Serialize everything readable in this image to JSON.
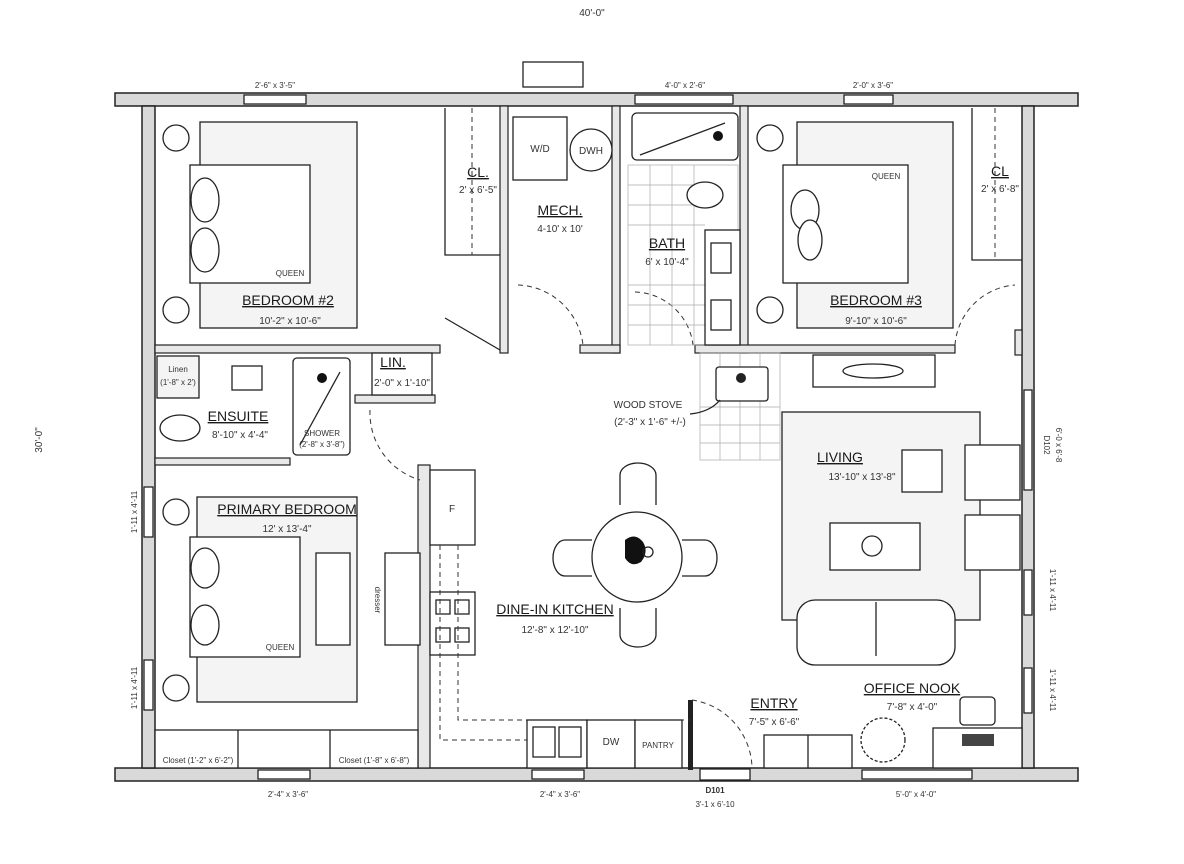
{
  "overall": {
    "width_dim": "40'-0\"",
    "depth_dim": "30'-0\""
  },
  "windows": {
    "top": [
      "2'-6\" x 3'-5\"",
      "4'-0\" x 2'-6\"",
      "2'-0\" x 3'-6\""
    ],
    "bottom": [
      "2'-4\" x 3'-6\"",
      "2'-4\" x 3'-6\"",
      "5'-0\" x 4'-0\""
    ],
    "left": [
      "1'-11 x 4'-11",
      "1'-11 x 4'-11"
    ],
    "right": [
      "1'-11 x 4'-11",
      "1'-11 x 4'-11"
    ]
  },
  "doors": {
    "front": {
      "tag": "D101",
      "size": "3'-1 x 6'-10"
    },
    "side": {
      "tag": "D102",
      "size": "6'-0 x 6'-8"
    }
  },
  "rooms": {
    "bedroom2": {
      "name": "BEDROOM #2",
      "size": "10'-2\" x 10'-6\"",
      "bed": "QUEEN"
    },
    "closet2": {
      "name": "CL.",
      "size": "2' x 6'-5\""
    },
    "mech": {
      "name": "MECH.",
      "size": "4-10' x 10'",
      "wd": "W/D",
      "dwh": "DWH"
    },
    "bath": {
      "name": "BATH",
      "size": "6' x 10'-4\""
    },
    "bedroom3": {
      "name": "BEDROOM #3",
      "size": "9'-10\" x 10'-6\"",
      "bed": "QUEEN"
    },
    "closet3": {
      "name": "CL",
      "size": "2' x 6'-8\""
    },
    "ensuite": {
      "name": "ENSUITE",
      "size": "8'-10\" x 4'-4\"",
      "linen": "Linen",
      "linen_size": "(1'-8\" x 2')",
      "shower": "SHOWER",
      "shower_size": "(2'-8\" x 3'-8\")"
    },
    "linen": {
      "name": "LIN.",
      "size": "2'-0\" x 1'-10\""
    },
    "wood_stove": {
      "name": "WOOD STOVE",
      "size": "(2'-3\" x 1'-6\" +/-)"
    },
    "living": {
      "name": "LIVING",
      "size": "13'-10\" x 13'-8\""
    },
    "primary": {
      "name": "PRIMARY BEDROOM",
      "size": "12' x 13'-4\"",
      "bed": "QUEEN",
      "closet_a": "Closet (1'-2\" x 6'-2\")",
      "closet_b": "Closet (1'-8\" x 6'-8\")",
      "dresser": "dresser"
    },
    "kitchen": {
      "name": "DINE-IN KITCHEN",
      "size": "12'-8\" x 12'-10\"",
      "fridge": "F",
      "dw": "DW",
      "pantry": "PANTRY"
    },
    "entry": {
      "name": "ENTRY",
      "size": "7'-5\" x 6'-6\""
    },
    "office": {
      "name": "OFFICE NOOK",
      "size": "7'-8\" x 4'-0\""
    }
  }
}
